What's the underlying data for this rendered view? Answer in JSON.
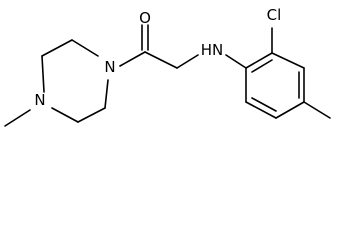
{
  "structure": {
    "atoms": {
      "oxygen": "O",
      "piperazine_n_acyl": "N",
      "piperazine_n_methyl": "N",
      "amine_nh": "H​N",
      "chlorine": "Cl"
    }
  },
  "colors": {
    "bond": "#000000",
    "label": "#000000",
    "background": "#ffffff"
  }
}
